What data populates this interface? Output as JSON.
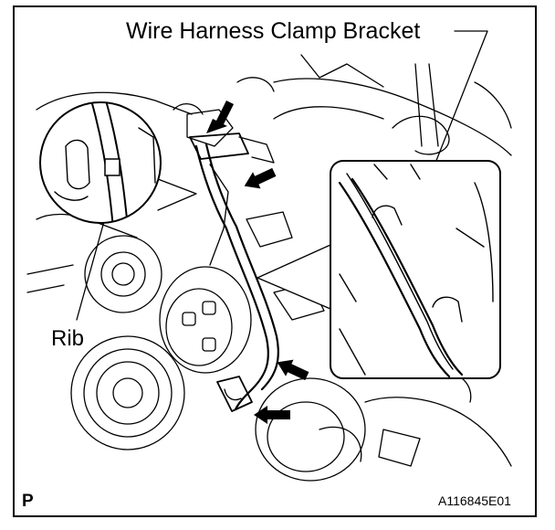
{
  "labels": {
    "wire_harness_clamp_bracket": "Wire Harness Clamp Bracket",
    "rib": "Rib",
    "corner_letter": "P",
    "figure_id": "A116845E01"
  },
  "colors": {
    "line": "#000000",
    "background": "#ffffff"
  },
  "icons": [
    "arrow-icon"
  ]
}
